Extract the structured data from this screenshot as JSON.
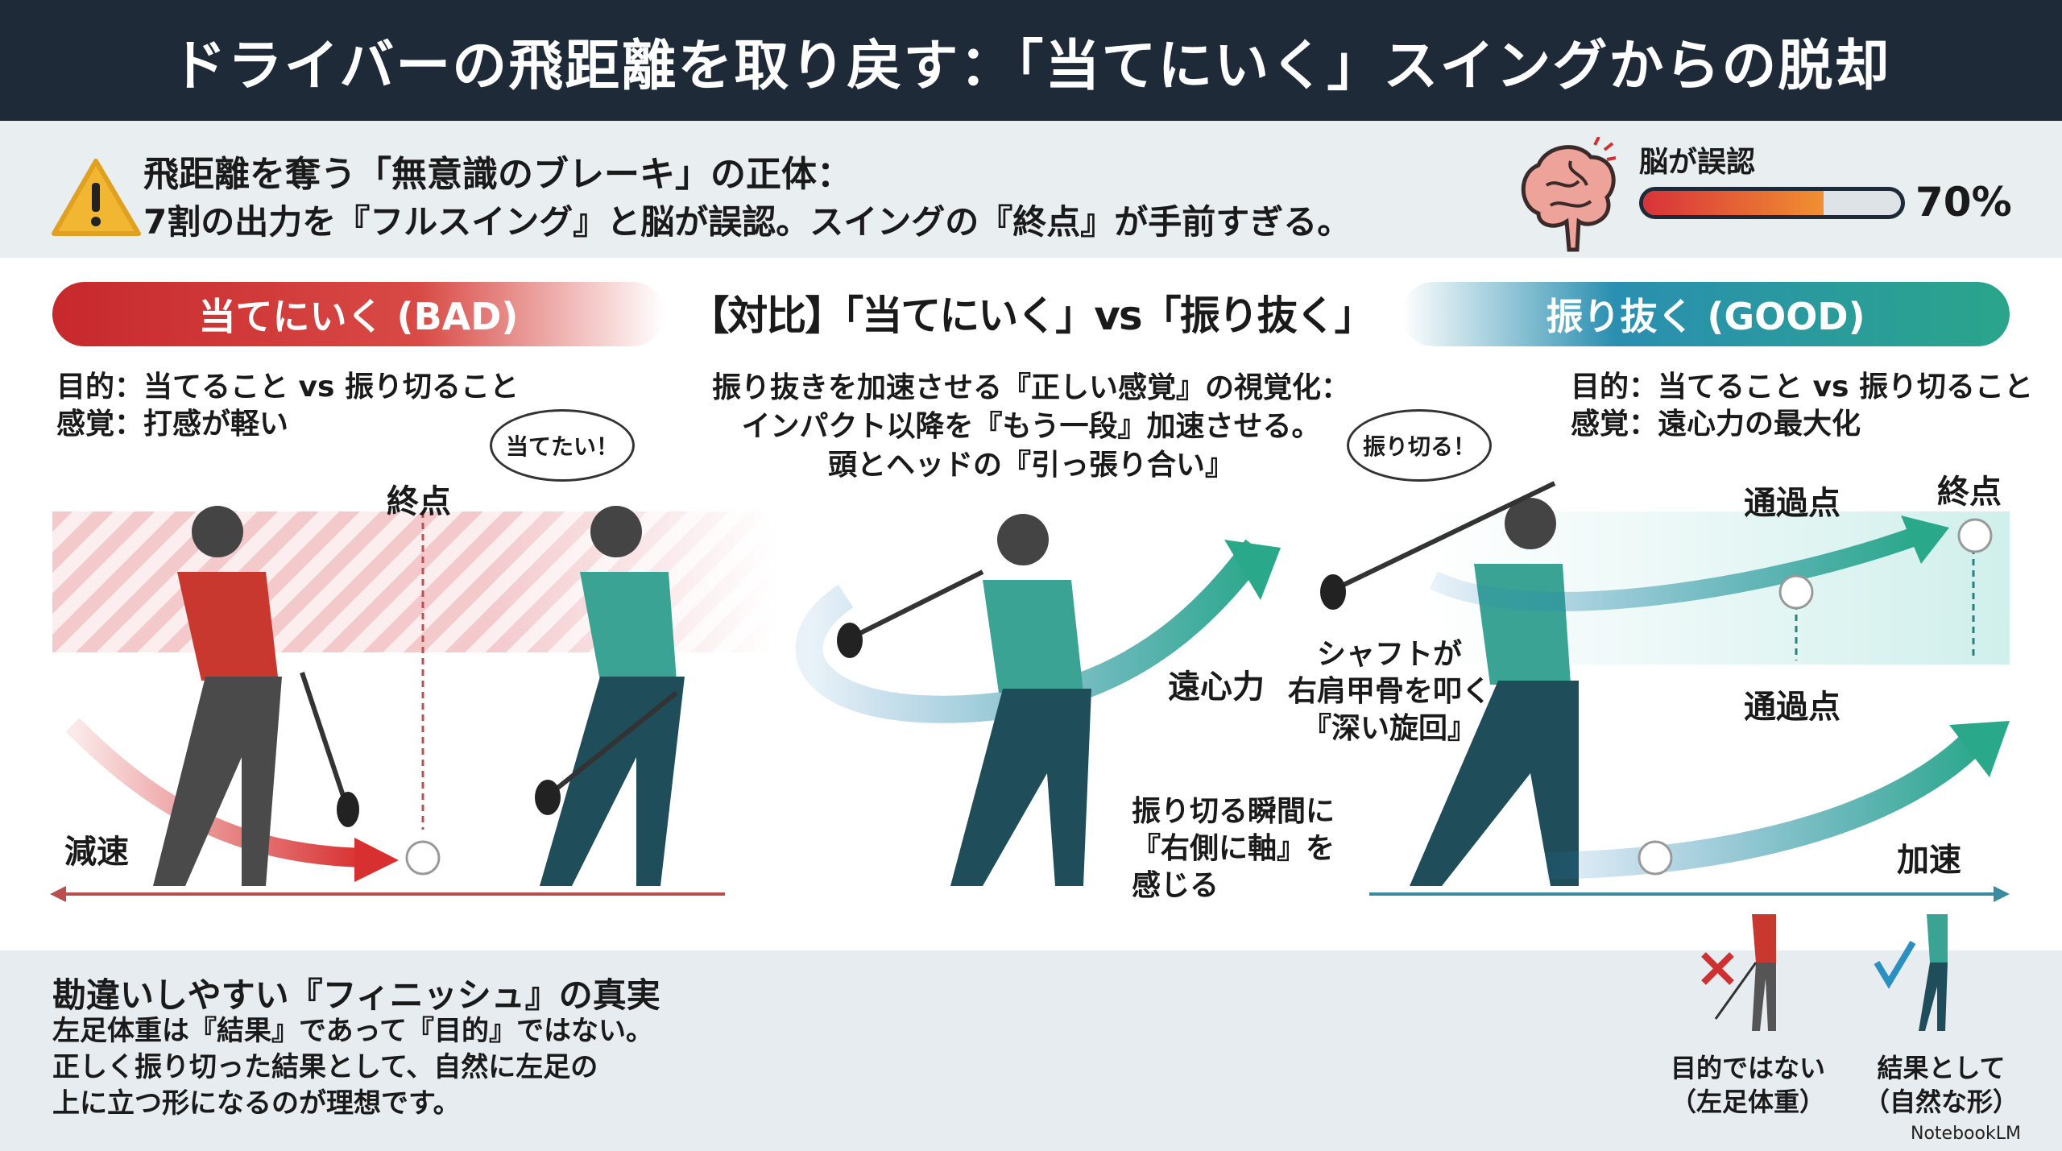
{
  "title": "ドライバーの飛距離を取り戻す：「当てにいく」スイングからの脱却",
  "warning": {
    "icon": "warning-triangle-icon",
    "heading": "飛距離を奪う「無意識のブレーキ」の正体：",
    "body": "7割の出力を『フルスイング』と脳が誤認。スイングの『終点』が手前すぎる。"
  },
  "brain": {
    "icon": "brain-icon",
    "label": "脳が誤認",
    "progress_percent": 70,
    "progress_text": "70%"
  },
  "comparison": {
    "title": "【対比】「当てにいく」vs「振り抜く」",
    "bad": {
      "label": "当てにいく (BAD)",
      "color": "#c7282c",
      "lines": [
        "目的：当てること vs 振り切ること",
        "感覚：打感が軽い"
      ],
      "bubble": "当てたい！",
      "end_label": "終点",
      "decel_label": "減速"
    },
    "center": {
      "lines": [
        "振り抜きを加速させる『正しい感覚』の視覚化：",
        "インパクト以降を『もう一段』加速させる。",
        "頭とヘッドの『引っ張り合い』"
      ],
      "force_label": "遠心力",
      "axis_note": [
        "振り切る瞬間に",
        "『右側に軸』を",
        "感じる"
      ]
    },
    "good": {
      "label": "振り抜く (GOOD)",
      "color": "#2a9a96",
      "lines": [
        "目的：当てること vs 振り切ること",
        "感覚：遠心力の最大化"
      ],
      "bubble": "振り切る！",
      "shaft_note": [
        "シャフトが",
        "右肩甲骨を叩く",
        "『深い旋回』"
      ],
      "pass_label_1": "通過点",
      "pass_label_2": "通過点",
      "end_label": "終点",
      "accel_label": "加速"
    }
  },
  "finish": {
    "heading": "勘違いしやすい『フィニッシュ』の真実",
    "lines": [
      "左足体重は『結果』であって『目的』ではない。",
      "正しく振り切った結果として、自然に左足の",
      "上に立つ形になるのが理想です。"
    ],
    "bad_caption": [
      "目的ではない",
      "（左足体重）"
    ],
    "good_caption": [
      "結果として",
      "（自然な形）"
    ],
    "bad_icon": "cross-icon",
    "good_icon": "check-icon"
  },
  "watermark": "NotebookLM"
}
